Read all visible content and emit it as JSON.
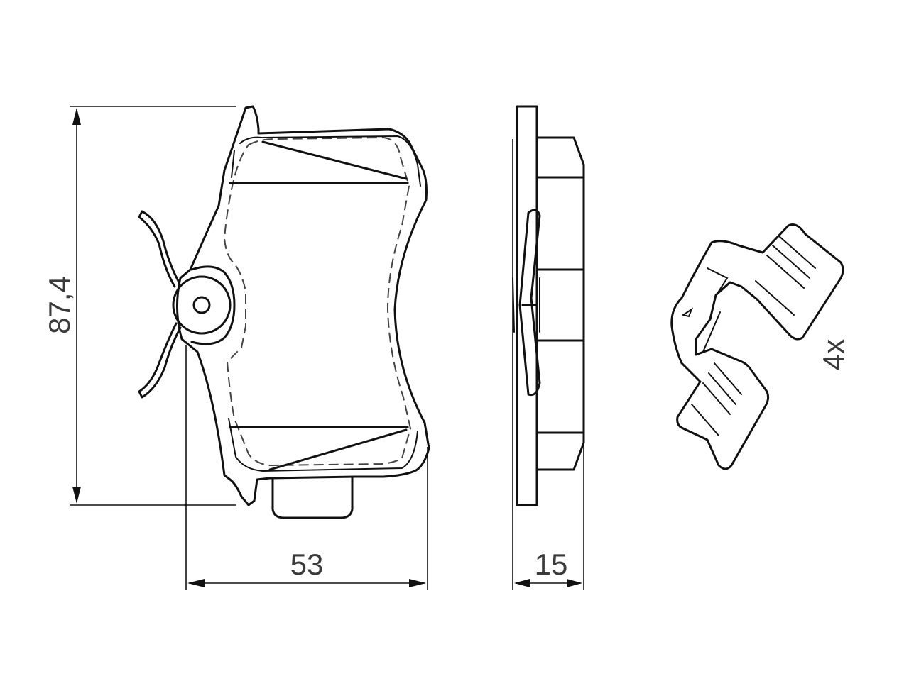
{
  "dimensions": {
    "height_label": "87,4",
    "width_label": "53",
    "thickness_label": "15"
  },
  "accessory": {
    "quantity_label": "4x"
  }
}
